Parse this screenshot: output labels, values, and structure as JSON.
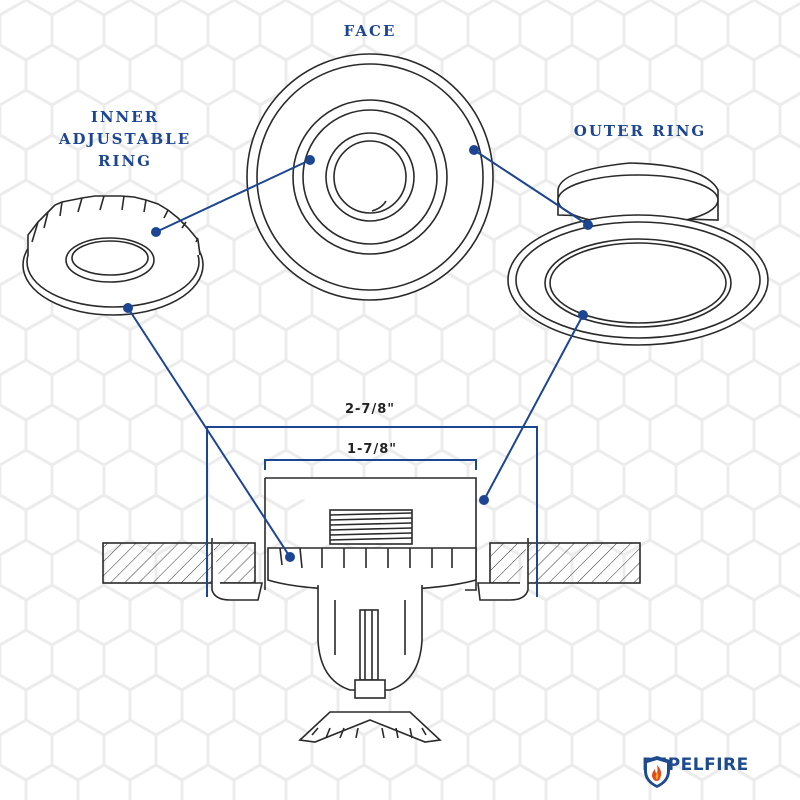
{
  "labels": {
    "face": "FACE",
    "inner_adjustable_ring": [
      "INNER",
      "ADJUSTABLE",
      "RING"
    ],
    "outer_ring": "OUTER RING"
  },
  "dimensions": {
    "overall_width": "2-7/8\"",
    "inner_width": "1-7/8\""
  },
  "brand": {
    "name": "REPELFIRE",
    "icon": "shield-flame-icon"
  },
  "colors": {
    "accent_blue": "#1c4592",
    "line_dark": "#2a2a2a",
    "hex_pattern": "#eeeeee"
  }
}
